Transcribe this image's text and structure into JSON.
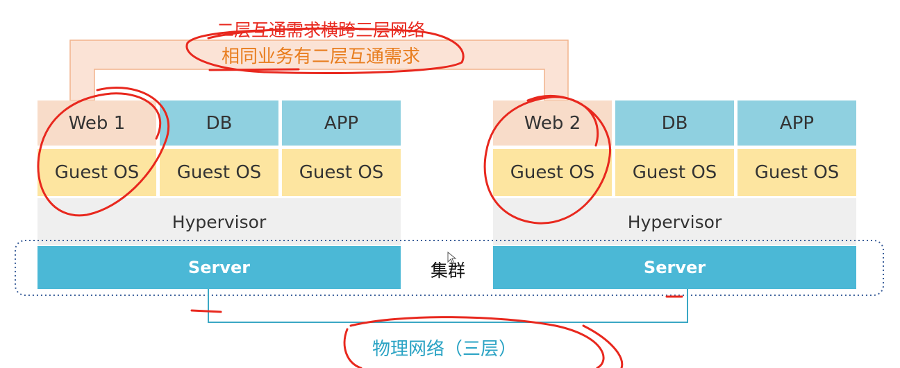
{
  "top_note": "二层互通需求横跨三层网络",
  "same_service_note": "相同业务有二层互通需求",
  "cluster_label": "集群",
  "physical_network_label": "物理网络（三层）",
  "left_host": {
    "vms": [
      "Web 1",
      "DB",
      "APP"
    ],
    "guest_os": [
      "Guest OS",
      "Guest OS",
      "Guest OS"
    ],
    "hypervisor": "Hypervisor",
    "server": "Server"
  },
  "right_host": {
    "vms": [
      "Web 2",
      "DB",
      "APP"
    ],
    "guest_os": [
      "Guest OS",
      "Guest OS",
      "Guest OS"
    ],
    "hypervisor": "Hypervisor",
    "server": "Server"
  },
  "colors": {
    "web_cell": "#f8dcc9",
    "db_app_cell": "#8fd0e0",
    "guest_os": "#fde5a0",
    "hypervisor": "#efefef",
    "server": "#4bb8d6",
    "annotation_red": "#e8281e",
    "orange_text": "#e87d1e",
    "teal_text": "#2aa3c4"
  }
}
